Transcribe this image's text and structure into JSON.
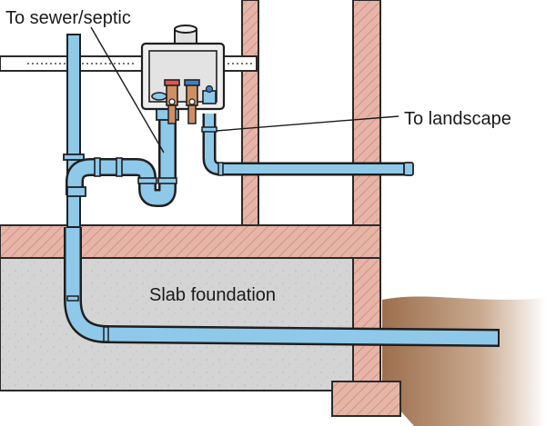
{
  "labels": {
    "sewer": "To sewer/septic",
    "landscape": "To landscape",
    "slab": "Slab foundation"
  },
  "colors": {
    "pipe_fill": "#8ec9ea",
    "pipe_stroke": "#1f1f1f",
    "wood": "#e6b5a7",
    "wood_hatch": "#c98a7a",
    "concrete": "#d4d4d4",
    "soil": "#b48a6a",
    "box": "#eeeeee",
    "valve_red": "#e2574c",
    "valve_blue": "#3f7fc4",
    "fitting_copper": "#cf8f62"
  },
  "icons": {
    "cap": "pvc-cap-icon",
    "outlet_box": "washer-outlet-box-icon",
    "valve_hot": "hot-valve-icon",
    "valve_cold": "cold-valve-icon"
  }
}
